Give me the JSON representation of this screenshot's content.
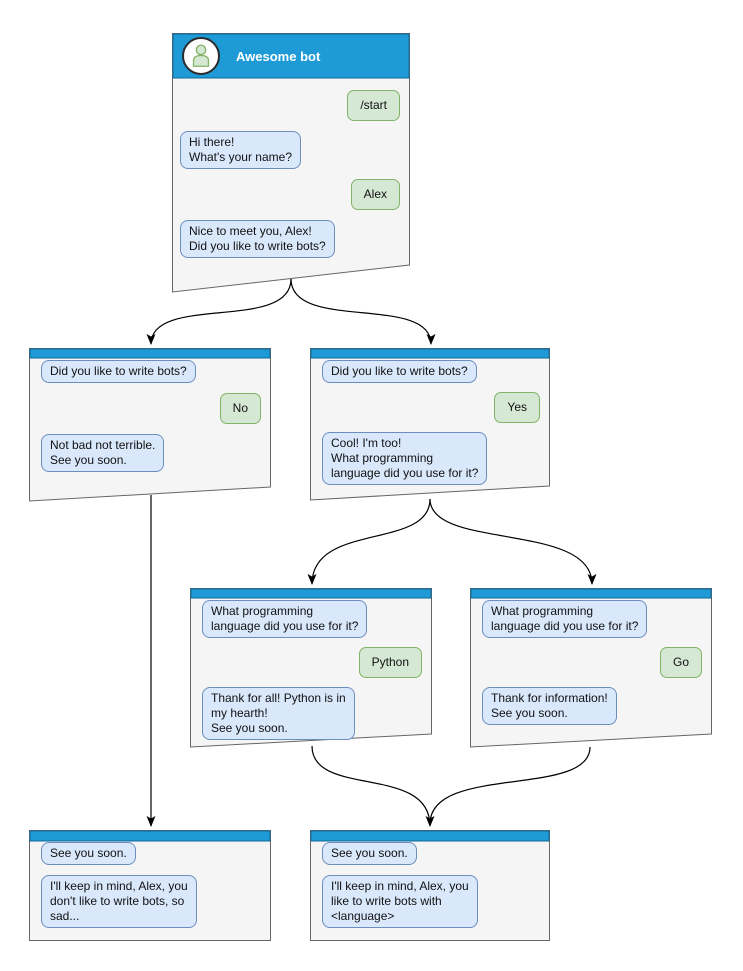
{
  "theme": {
    "accent": "#1E9BD7",
    "accent_border": "#10699A",
    "box_fill": "#F5F5F5",
    "box_border": "#666666",
    "bot_bubble_fill": "#DAE8FC",
    "bot_bubble_border": "#6C8EBF",
    "user_bubble_fill": "#D5E8D4",
    "user_bubble_border": "#82B366",
    "edge_color": "#000000",
    "title_color": "#FFFFFF"
  },
  "nodes": [
    {
      "id": "root",
      "title": "Awesome bot",
      "messages": [
        {
          "side": "user",
          "text": "/start"
        },
        {
          "side": "bot",
          "text": "Hi there!\nWhat's your name?"
        },
        {
          "side": "user",
          "text": "Alex"
        },
        {
          "side": "bot",
          "text": "Nice to meet you, Alex!\nDid you like to write bots?"
        }
      ]
    },
    {
      "id": "branch-no",
      "messages": [
        {
          "side": "bot",
          "text": "Did you like to write bots?"
        },
        {
          "side": "user",
          "text": "No"
        },
        {
          "side": "bot",
          "text": "Not bad not terrible.\nSee you soon."
        }
      ]
    },
    {
      "id": "branch-yes",
      "messages": [
        {
          "side": "bot",
          "text": "Did you like to write bots?"
        },
        {
          "side": "user",
          "text": "Yes"
        },
        {
          "side": "bot",
          "text": "Cool! I'm too!\nWhat programming\nlanguage did you use for it?"
        }
      ]
    },
    {
      "id": "branch-python",
      "messages": [
        {
          "side": "bot",
          "text": "What programming\nlanguage did you use for it?"
        },
        {
          "side": "user",
          "text": "Python"
        },
        {
          "side": "bot",
          "text": "Thank for all! Python is in\nmy hearth!\nSee you soon."
        }
      ]
    },
    {
      "id": "branch-go",
      "messages": [
        {
          "side": "bot",
          "text": "What programming\nlanguage did you use for it?"
        },
        {
          "side": "user",
          "text": "Go"
        },
        {
          "side": "bot",
          "text": "Thank for information!\nSee you soon."
        }
      ]
    },
    {
      "id": "end-no",
      "messages": [
        {
          "side": "bot",
          "text": "See you soon."
        },
        {
          "side": "bot",
          "text": "I'll keep in mind, Alex, you\ndon't like to write bots, so\nsad..."
        }
      ]
    },
    {
      "id": "end-yes",
      "messages": [
        {
          "side": "bot",
          "text": "See you soon."
        },
        {
          "side": "bot",
          "text": "I'll keep in mind, Alex, you\nlike to write bots with\n<language>"
        }
      ]
    }
  ],
  "edges": [
    {
      "from": "root",
      "to": "branch-no"
    },
    {
      "from": "root",
      "to": "branch-yes"
    },
    {
      "from": "branch-yes",
      "to": "branch-python"
    },
    {
      "from": "branch-yes",
      "to": "branch-go"
    },
    {
      "from": "branch-no",
      "to": "end-no"
    },
    {
      "from": "branch-python",
      "to": "end-yes"
    },
    {
      "from": "branch-go",
      "to": "end-yes"
    }
  ]
}
